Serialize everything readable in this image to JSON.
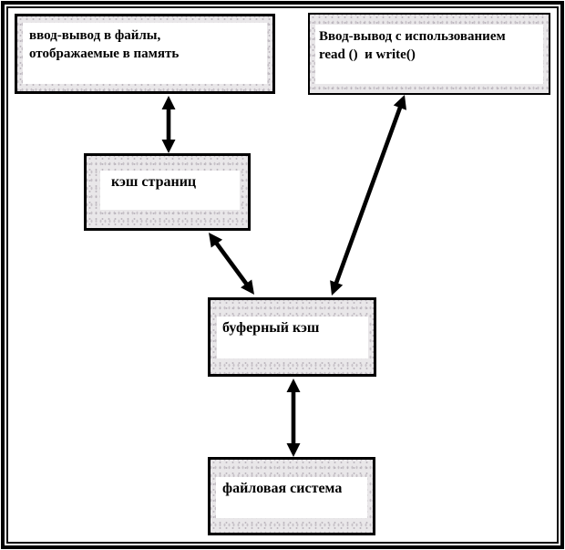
{
  "diagram": {
    "description": "Схема путей ввода-вывода через кэши к файловой системе",
    "colors": {
      "frame": "#000000",
      "box_border": "#000000",
      "box_fill": "#e9e7e9",
      "panel_fill": "#ffffff",
      "arrow": "#000000",
      "background": "#ffffff"
    },
    "nodes": [
      {
        "id": "mmap-io",
        "label": "ввод-вывод в файлы,\nотображаемые в память"
      },
      {
        "id": "read-write-io",
        "label": "Ввод-вывод с использованием\nread ()  и write()"
      },
      {
        "id": "page-cache",
        "label": "кэш страниц"
      },
      {
        "id": "buffer-cache",
        "label": "буферный кэш"
      },
      {
        "id": "file-system",
        "label": "файловая система"
      }
    ],
    "edges": [
      {
        "from": "mmap-io",
        "to": "page-cache",
        "bidirectional": true
      },
      {
        "from": "page-cache",
        "to": "buffer-cache",
        "bidirectional": true
      },
      {
        "from": "read-write-io",
        "to": "buffer-cache",
        "bidirectional": true
      },
      {
        "from": "buffer-cache",
        "to": "file-system",
        "bidirectional": true
      }
    ]
  }
}
